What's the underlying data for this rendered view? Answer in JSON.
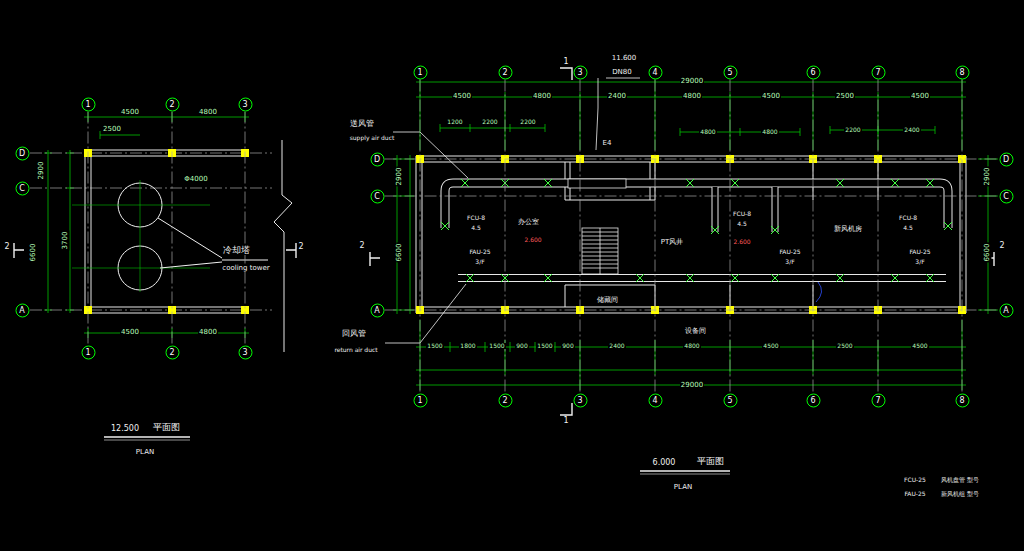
{
  "diagram": {
    "nodes": [
      {
        "text": [
          "1"
        ]
      },
      {
        "text": [
          "2"
        ]
      },
      {
        "text": [
          "3"
        ]
      },
      {
        "text": [
          "D"
        ]
      },
      {
        "text": [
          "C"
        ]
      },
      {
        "text": [
          "A"
        ]
      },
      {
        "text": [
          "1"
        ]
      },
      {
        "text": [
          "2"
        ]
      },
      {
        "text": [
          "3"
        ]
      },
      {
        "text": [
          "1"
        ]
      },
      {
        "text": [
          "2"
        ]
      },
      {
        "text": [
          "3"
        ]
      },
      {
        "text": [
          "4"
        ]
      },
      {
        "text": [
          "5"
        ]
      },
      {
        "text": [
          "6"
        ]
      },
      {
        "text": [
          "7"
        ]
      },
      {
        "text": [
          "8"
        ]
      },
      {
        "text": [
          "D"
        ]
      },
      {
        "text": [
          "C"
        ]
      },
      {
        "text": [
          "A"
        ]
      },
      {
        "text": [
          "D"
        ]
      },
      {
        "text": [
          "C"
        ]
      },
      {
        "text": [
          "A"
        ]
      },
      {
        "text": [
          "1"
        ]
      },
      {
        "text": [
          "2"
        ]
      },
      {
        "text": [
          "3"
        ]
      },
      {
        "text": [
          "4"
        ]
      },
      {
        "text": [
          "5"
        ]
      },
      {
        "text": [
          "6"
        ]
      },
      {
        "text": [
          "7"
        ]
      },
      {
        "text": [
          "8"
        ]
      }
    ],
    "edges": [
      {
        "from": 0,
        "to": 6,
        "arrow": "none"
      },
      {
        "from": 1,
        "to": 7,
        "arrow": "none"
      },
      {
        "from": 2,
        "to": 8,
        "arrow": "none"
      },
      {
        "from": 9,
        "to": 23,
        "arrow": "none"
      },
      {
        "from": 10,
        "to": 24,
        "arrow": "none"
      },
      {
        "from": 11,
        "to": 25,
        "arrow": "none"
      },
      {
        "from": 12,
        "to": 26,
        "arrow": "none"
      },
      {
        "from": 13,
        "to": 27,
        "arrow": "none"
      },
      {
        "from": 14,
        "to": 28,
        "arrow": "none"
      },
      {
        "from": 15,
        "to": 29,
        "arrow": "none"
      },
      {
        "from": 16,
        "to": 30,
        "arrow": "none"
      },
      {
        "from": 17,
        "to": 20,
        "arrow": "none"
      },
      {
        "from": 18,
        "to": 21,
        "arrow": "none"
      },
      {
        "from": 19,
        "to": 22,
        "arrow": "none"
      }
    ],
    "labels": [
      "4500",
      "4800",
      "2500",
      "Φ4000",
      "2900",
      "3700",
      "6600",
      "4500",
      "4800",
      "冷却塔",
      "cooling tower",
      "12.500",
      "平面图",
      "PLAN",
      "2",
      "2",
      "29000",
      "4500",
      "4800",
      "2400",
      "4800",
      "4500",
      "2500",
      "4500",
      "1200",
      "2200",
      "2200",
      "4800",
      "4800",
      "2200",
      "2400",
      "送风管",
      "supply air duct",
      "回风管",
      "return air duct",
      "11.600",
      "DN80",
      "1",
      "1",
      "2",
      "2",
      "E4",
      "办公室",
      "PT风井",
      "新风机房",
      "储藏间",
      "设备间",
      "FCU-8",
      "4.5",
      "FCU-8",
      "4.5",
      "FCU-8",
      "4.5",
      "FAU-25",
      "3/F",
      "FAU-25",
      "3/F",
      "FAU-25",
      "3/F",
      "2.600",
      "2.600",
      "1500",
      "1800",
      "1500",
      "900",
      "1500",
      "900",
      "2400",
      "4800",
      "4500",
      "2500",
      "4500",
      "29000",
      "6.000",
      "平面图",
      "PLAN",
      "FCU-25",
      "风机盘管 型号",
      "FAU-25",
      "新风机组 型号",
      "2900",
      "6600",
      "2900",
      "6600"
    ]
  }
}
